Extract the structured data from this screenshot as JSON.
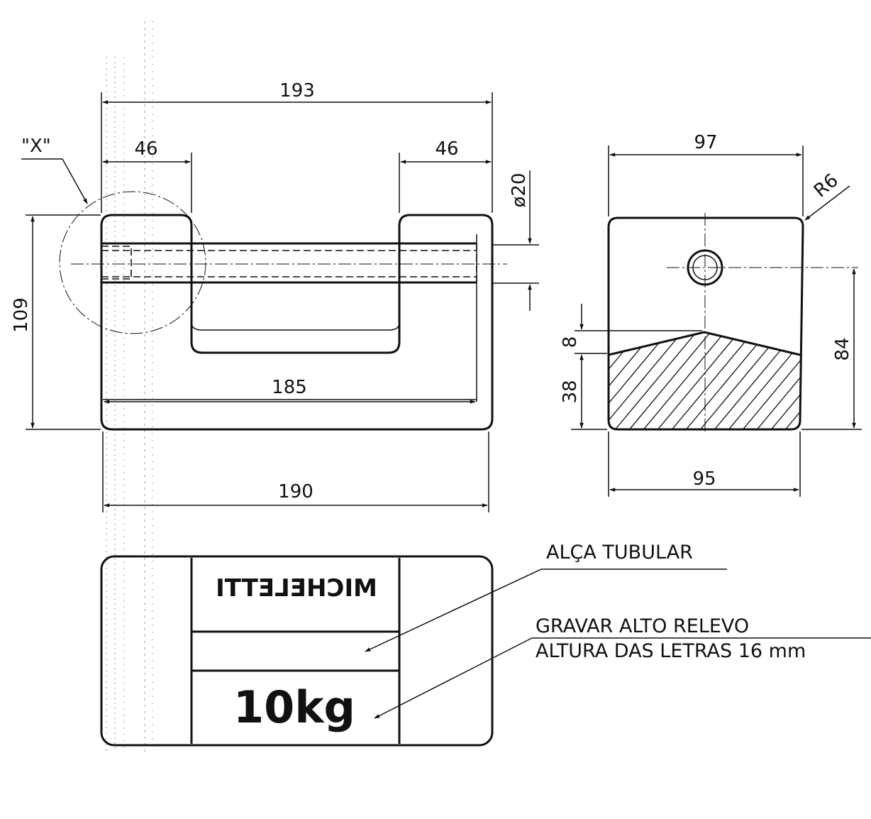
{
  "views": {
    "front": {
      "dimensions": {
        "overall_top": "193",
        "left_end": "46",
        "right_end": "46",
        "hole_diameter": "ø20",
        "height": "109",
        "inner_length": "185",
        "overall_bottom": "190"
      },
      "detail_label": "\"X\""
    },
    "side": {
      "dimensions": {
        "top_width": "97",
        "corner_radius": "R6",
        "peak": "8",
        "base_height": "38",
        "hole_height": "84",
        "bottom_width": "95"
      }
    },
    "top": {
      "engraving_name": "MICHELETTI",
      "engraving_mass": "10kg"
    }
  },
  "notes": {
    "handle": "ALÇA TUBULAR",
    "engrave_line1": "GRAVAR  ALTO  RELEVO",
    "engrave_line2": "ALTURA  DAS  LETRAS  16  mm"
  }
}
